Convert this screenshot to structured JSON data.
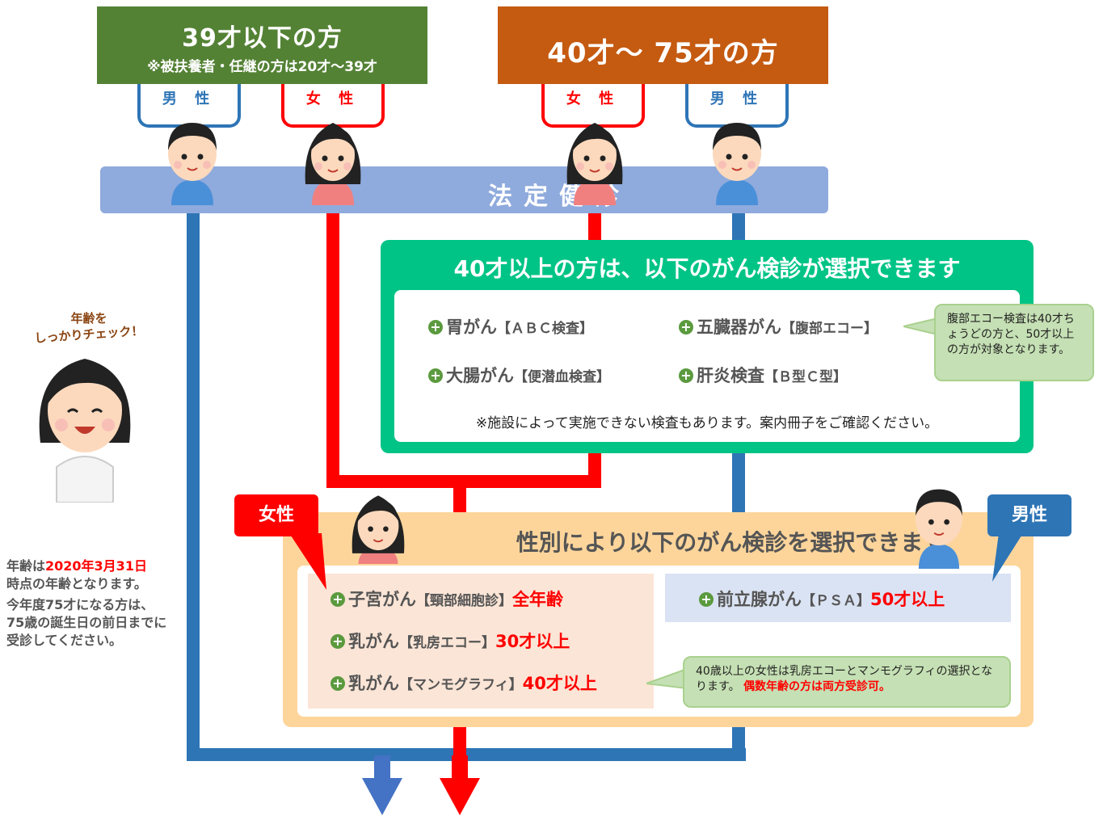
{
  "header_young": {
    "title": "39才以下の方",
    "note": "※被扶養者・任継の方は20才～39才"
  },
  "header_old": {
    "title": "40才～ 75才の方"
  },
  "tabs": {
    "young_male": "男 性",
    "young_female": "女 性",
    "old_female": "女 性",
    "old_male": "男 性"
  },
  "legal_checkup": "法定健診",
  "box40": {
    "title": "40才以上の方は、以下のがん検診が選択できます",
    "items": [
      {
        "name": "胃がん",
        "detail": "【ＡＢＣ検査】"
      },
      {
        "name": "五臓器がん",
        "detail": "【腹部エコー】"
      },
      {
        "name": "大腸がん",
        "detail": "【便潜血検査】"
      },
      {
        "name": "肝炎検査",
        "detail": "【Ｂ型Ｃ型】"
      }
    ],
    "note": "※施設によって実施できない検査もあります。案内冊子をご確認ください。"
  },
  "callout_echo": "腹部エコー検査は40才ちょうどの方と、50才以上の方が対象となります。",
  "gender_box": {
    "title": "性別により以下のがん検診を選択できます",
    "female_label": "女性",
    "male_label": "男性",
    "female_items": [
      {
        "name": "子宮がん",
        "detail": "【頸部細胞診】",
        "age": "全年齢"
      },
      {
        "name": "乳がん",
        "detail": "【乳房エコー】",
        "age": "30才以上"
      },
      {
        "name": "乳がん",
        "detail": "【マンモグラフィ】",
        "age": "40才以上"
      }
    ],
    "male_items": [
      {
        "name": "前立腺がん",
        "detail": "【ＰＳＡ】",
        "age": "50才以上"
      }
    ]
  },
  "callout_mammo": {
    "text": "40歳以上の女性は乳房エコーとマンモグラフィの選択となります。",
    "highlight": "偶数年齢の方は両方受診可。"
  },
  "check_label": {
    "line1": "年齢を",
    "line2": "しっかりチェック！"
  },
  "age_note": {
    "prefix": "年齢は",
    "date": "2020年3月31日",
    "suffix": "時点の年齢となります。",
    "para2": "今年度75才になる方は、75歳の誕生日の前日までに受診してください。"
  },
  "colors": {
    "young_header": "#548235",
    "old_header": "#c55a11",
    "male_blue": "#2e75b6",
    "female_red": "#ff0000",
    "legal_bar": "#8faadc",
    "box40": "#00c486",
    "gender_box": "#fdd59b"
  }
}
